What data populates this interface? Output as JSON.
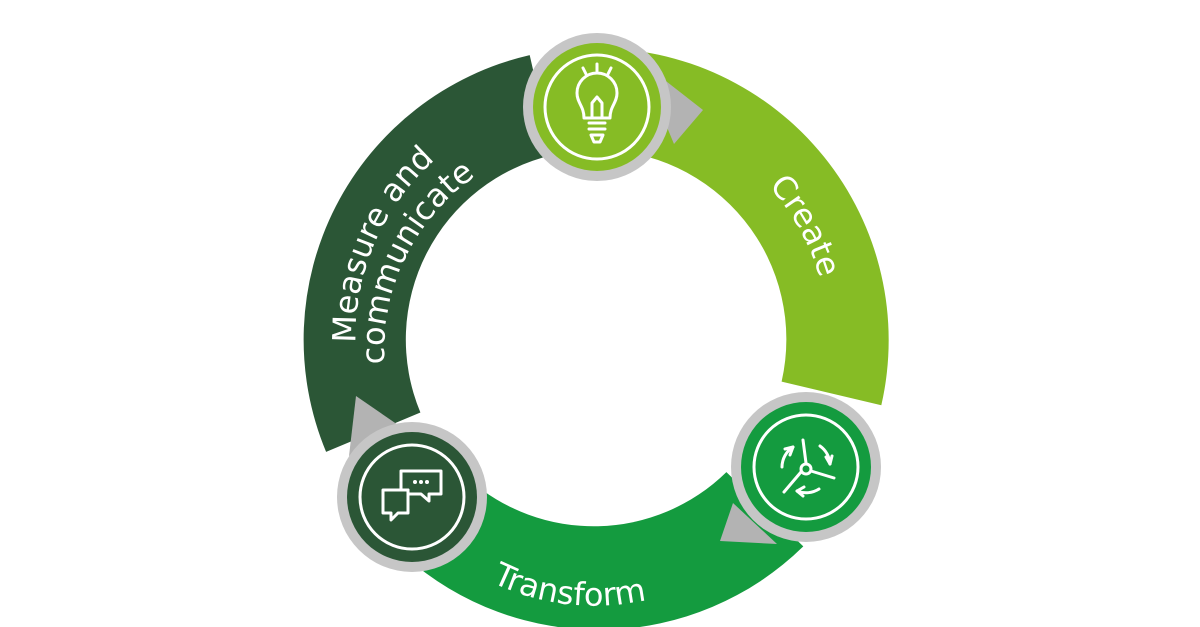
{
  "diagram": {
    "type": "cycle",
    "segments": [
      {
        "id": "create",
        "label": "Create",
        "color": "#86bc25",
        "icon": "lightbulb-icon"
      },
      {
        "id": "transform",
        "label": "Transform",
        "color": "#149b3f",
        "icon": "wind-turbine-icon"
      },
      {
        "id": "measure",
        "label_line1": "Measure and",
        "label_line2": "communicate",
        "color": "#2b5636",
        "icon": "chat-bubbles-icon"
      }
    ],
    "badge_ring_color": "#c6c6c6",
    "badge_pointer_color": "#b3b3b3"
  }
}
